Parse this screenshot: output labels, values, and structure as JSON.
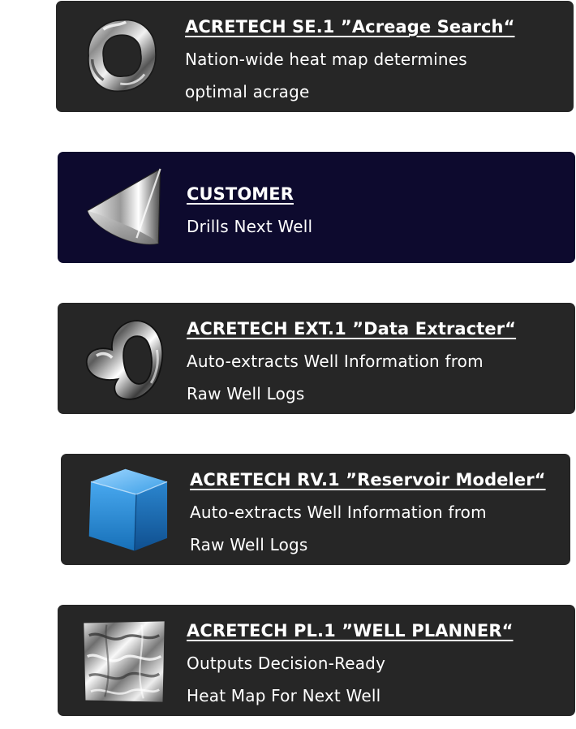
{
  "colors": {
    "card_dark": "#262626",
    "card_navy": "#0d0a2e",
    "text": "#ffffff",
    "cube_blue": "#1f8ad4"
  },
  "cards": [
    {
      "icon": "chrome-ring-icon",
      "title": "ACRETECH SE.1 ”Acreage Search“",
      "desc_lines": [
        "Nation-wide heat map determines",
        "optimal acrage"
      ]
    },
    {
      "icon": "chrome-cone-icon",
      "title": "CUSTOMER",
      "desc_lines": [
        "Drills Next Well"
      ]
    },
    {
      "icon": "chrome-torus-icon",
      "title": "ACRETECH EXT.1 ”Data Extracter“",
      "desc_lines": [
        "Auto-extracts Well Information from",
        "Raw Well Logs"
      ]
    },
    {
      "icon": "blue-cube-icon",
      "title": "ACRETECH RV.1 ”Reservoir Modeler“",
      "desc_lines": [
        "Auto-extracts Well Information from",
        "Raw Well Logs"
      ]
    },
    {
      "icon": "chrome-crumpled-sheet-icon",
      "title": "ACRETECH PL.1 ”WELL PLANNER“",
      "desc_lines": [
        "Outputs Decision-Ready",
        "Heat Map For Next Well"
      ]
    }
  ]
}
